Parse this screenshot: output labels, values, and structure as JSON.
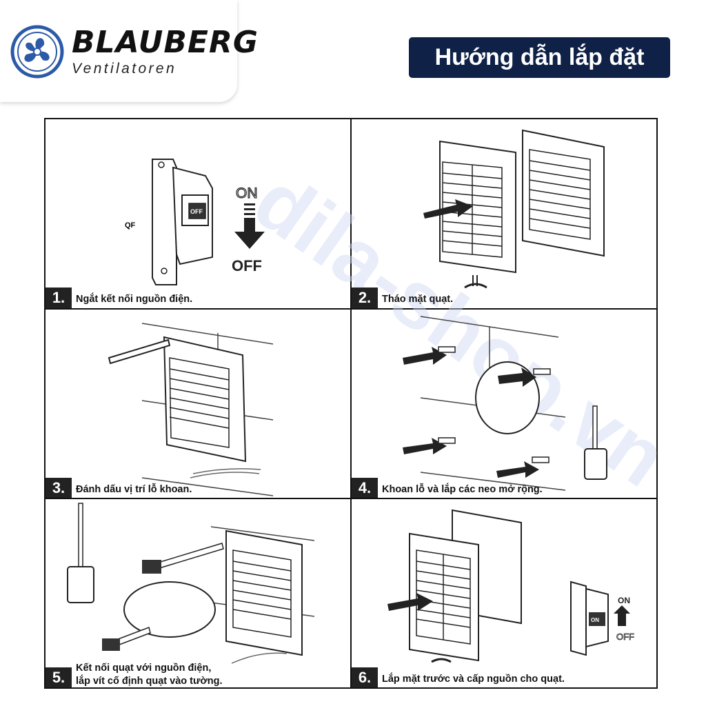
{
  "brand": {
    "name": "BLAUBERG",
    "subtitle": "Ventilatoren",
    "logo_icon": "fan-logo-icon"
  },
  "title": "Hướng dẫn lắp đặt",
  "colors": {
    "title_bg": "#0f2147",
    "logo_blue": "#2c5aa8",
    "step_bg": "#222222"
  },
  "steps": [
    {
      "number": "1.",
      "text": "Ngắt kết nối nguồn điện.",
      "labels": {
        "switch": "QF",
        "on": "ON",
        "off": "OFF",
        "button": "OFF"
      }
    },
    {
      "number": "2.",
      "text": "Tháo mặt quạt."
    },
    {
      "number": "3.",
      "text": "Đánh dấu vị trí lỗ khoan."
    },
    {
      "number": "4.",
      "text": "Khoan lỗ và lắp các neo mở rộng."
    },
    {
      "number": "5.",
      "text_line1": "Kết nối quạt với nguồn điện,",
      "text_line2": "lắp vít cố định quạt vào tường."
    },
    {
      "number": "6.",
      "text": "Lắp mặt trước và cấp nguồn cho quạt.",
      "labels": {
        "on": "ON",
        "off": "OFF",
        "button": "ON"
      }
    }
  ],
  "watermark": {
    "text": "dila-shop.vn"
  }
}
